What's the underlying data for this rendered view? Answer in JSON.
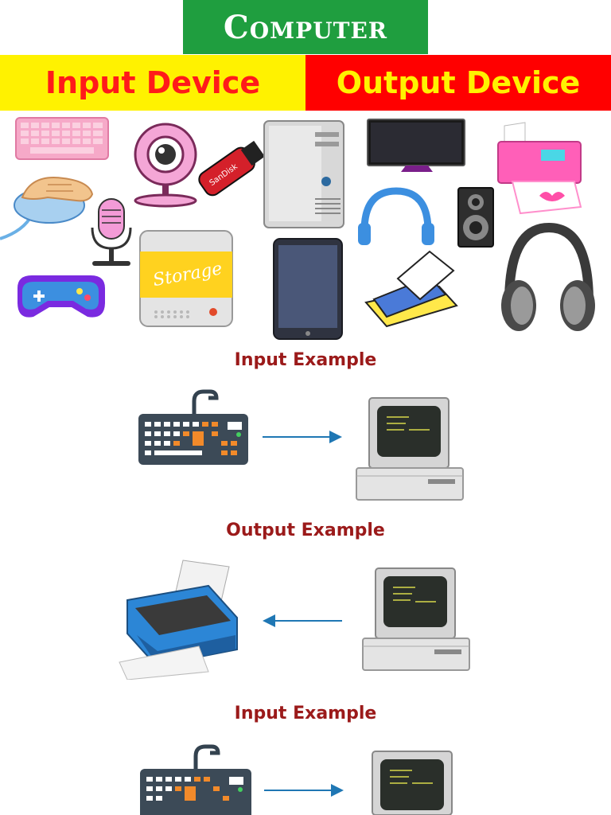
{
  "header": {
    "title": "Computer"
  },
  "banner": {
    "left_label": "Input Device",
    "right_label": "Output Device"
  },
  "devices": {
    "usb_brand": "SanDisk",
    "storage_label": "Storage"
  },
  "examples": [
    {
      "heading": "Input Example",
      "direction": "keyboard-to-computer"
    },
    {
      "heading": "Output Example",
      "direction": "computer-to-printer"
    },
    {
      "heading": "Input Example",
      "direction": "keyboard-to-computer"
    }
  ],
  "colors": {
    "title_bg": "#1f9e3f",
    "left_banner_bg": "#fff200",
    "left_banner_text": "#ff1a1a",
    "right_banner_bg": "#ff0000",
    "right_banner_text": "#fff200",
    "heading_text": "#9b1a1a",
    "arrow": "#1f77b4"
  }
}
